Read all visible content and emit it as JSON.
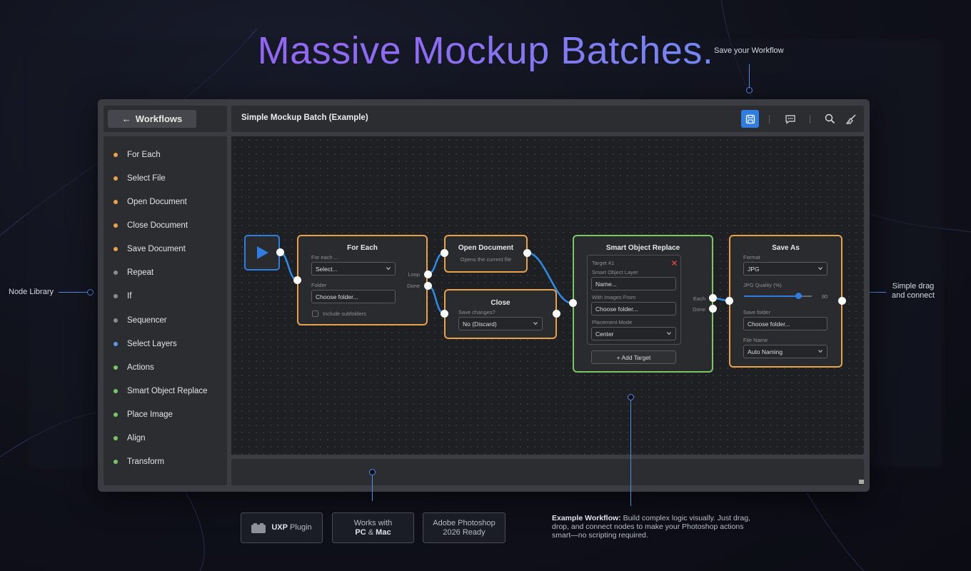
{
  "headline": "Massive Mockup Batches.",
  "callouts": {
    "save_workflow": "Save your Workflow",
    "node_library": "Node Library",
    "drag_connect_line1": "Simple drag",
    "drag_connect_line2": "and connect"
  },
  "app": {
    "back_label": "Workflows",
    "back_arrow": "←",
    "workflow_title": "Simple Mockup Batch (Example)",
    "toolbar_icons": [
      "save-icon",
      "chat-icon",
      "search-icon",
      "broom-icon"
    ]
  },
  "sidebar": {
    "items": [
      {
        "label": "For Each",
        "color": "#e9a14a"
      },
      {
        "label": "Select File",
        "color": "#e9a14a"
      },
      {
        "label": "Open Document",
        "color": "#e9a14a"
      },
      {
        "label": "Close Document",
        "color": "#e9a14a"
      },
      {
        "label": "Save Document",
        "color": "#e9a14a"
      },
      {
        "label": "Repeat",
        "color": "#8a8b90"
      },
      {
        "label": "If",
        "color": "#8a8b90"
      },
      {
        "label": "Sequencer",
        "color": "#8a8b90"
      },
      {
        "label": "Select Layers",
        "color": "#5b9ae8"
      },
      {
        "label": "Actions",
        "color": "#7ac864"
      },
      {
        "label": "Smart Object Replace",
        "color": "#7ac864"
      },
      {
        "label": "Place Image",
        "color": "#7ac864"
      },
      {
        "label": "Align",
        "color": "#7ac864"
      },
      {
        "label": "Transform",
        "color": "#7ac864"
      }
    ]
  },
  "nodes": {
    "for_each": {
      "title": "For Each",
      "for_each_label": "For each ...",
      "for_each_value": "Select...",
      "folder_label": "Folder",
      "folder_placeholder": "Choose folder...",
      "subfolders_label": "Include subfolders",
      "loop_label": "Loop",
      "done_label": "Done"
    },
    "open_document": {
      "title": "Open Document",
      "subtitle": "Opens the current file"
    },
    "close": {
      "title": "Close",
      "save_label": "Save changes?",
      "save_value": "No (Discard)"
    },
    "smart_object_replace": {
      "title": "Smart Object Replace",
      "target_label": "Target #1",
      "layer_label": "Smart Object Layer",
      "name_placeholder": "Name...",
      "images_label": "With Images From",
      "folder_placeholder": "Choose folder...",
      "placement_label": "Placement Mode",
      "placement_value": "Center",
      "add_target": "+ Add Target",
      "each_label": "Each",
      "done_label": "Done"
    },
    "save_as": {
      "title": "Save As",
      "format_label": "Format",
      "format_value": "JPG",
      "quality_label": "JPG Quality (%)",
      "quality_value": "80",
      "quality_fraction": 0.8,
      "save_folder_label": "Save folder",
      "save_folder_placeholder": "Choose folder...",
      "file_name_label": "File Name",
      "file_name_value": "Auto Naming"
    }
  },
  "badges": {
    "uxp_bold": "UXP",
    "uxp_rest": "Plugin",
    "works_line1": "Works with",
    "works_pc": "PC",
    "works_amp": "&",
    "works_mac": "Mac",
    "ps_line1": "Adobe Photoshop",
    "ps_line2": "2026 Ready"
  },
  "example": {
    "bold": "Example Workflow:",
    "rest": "Build complex logic visually. Just drag, drop, and connect nodes to make your Photoshop actions smart—no scripting required."
  },
  "colors": {
    "accent_blue": "#2f7de0",
    "orange": "#e9a14a",
    "green": "#7ac864",
    "callout": "#4f8be8"
  }
}
